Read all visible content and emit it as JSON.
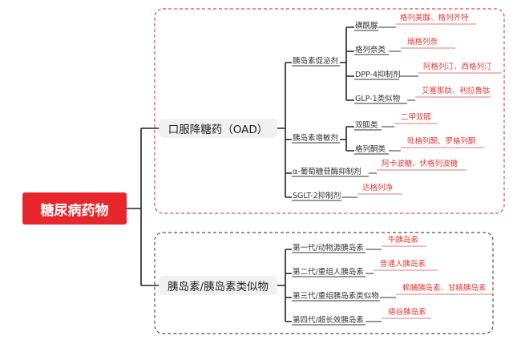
{
  "root": {
    "label": "糖尿病药物",
    "color": "#e8272d"
  },
  "branches": [
    {
      "label": "口服降糖药（OAD）",
      "frame_color": "#d94a4a",
      "groups": [
        {
          "label": "胰岛素促泌剂",
          "items": [
            {
              "label": "磺酰脲",
              "leaf": "格列美脲、格列齐特"
            },
            {
              "label": "格列奈类",
              "leaf": "瑞格列奈"
            },
            {
              "label": "DPP-4抑制剂",
              "leaf": "阿格列汀、西格列汀"
            },
            {
              "label": "GLP-1类似物",
              "leaf": "艾塞那肽、利拉鲁肽"
            }
          ]
        },
        {
          "label": "胰岛素增敏剂",
          "items": [
            {
              "label": "双胍类",
              "leaf": "二甲双胍"
            },
            {
              "label": "格列酮类",
              "leaf": "吡格列酮、罗格列酮"
            }
          ]
        },
        {
          "label": "α-葡萄糖苷酶抑制剂",
          "leaf": "阿卡波糖、伏格列波糖"
        },
        {
          "label": "SGLT-2抑制剂",
          "leaf": "达格列净"
        }
      ]
    },
    {
      "label": "胰岛素/胰岛素类似物",
      "frame_color": "#555555",
      "groups": [
        {
          "label": "第一代/动物源胰岛素",
          "leaf": "牛胰岛素"
        },
        {
          "label": "第二代/重组人胰岛素",
          "leaf": "普通人胰岛素"
        },
        {
          "label": "第三代/重组胰岛素类似物",
          "leaf": "赖脯胰岛素、甘精胰岛素"
        },
        {
          "label": "第四代/超长效胰岛素",
          "leaf": "德谷胰岛素"
        }
      ]
    }
  ]
}
